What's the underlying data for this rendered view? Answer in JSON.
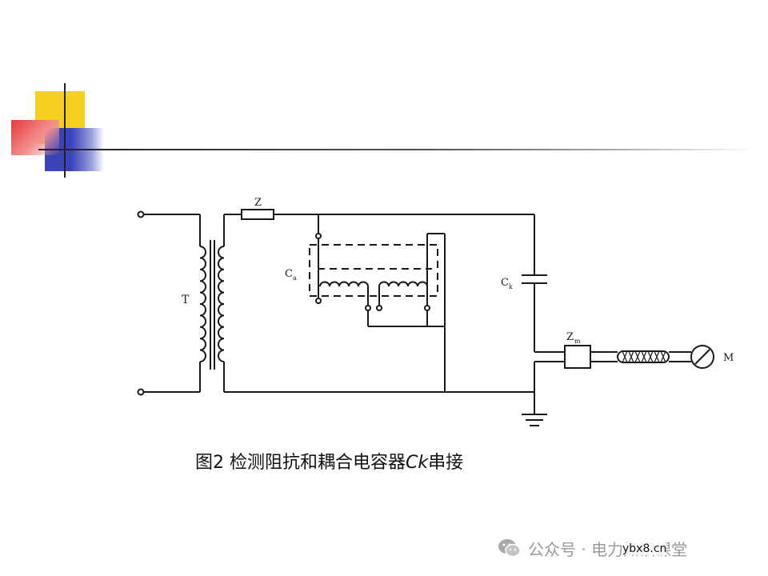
{
  "diagram": {
    "labels": {
      "transformer": "T",
      "impedance": "Z",
      "ca_main": "C",
      "ca_sub": "a",
      "ck_main": "C",
      "ck_sub": "k",
      "zm_main": "Z",
      "zm_sub": "m",
      "meter": "M"
    }
  },
  "caption": {
    "text": "图2  检测阻抗和耦合电容器",
    "italic": "Ck",
    "tail": "串接"
  },
  "watermark": {
    "text": "公众号 · 电力知识课堂",
    "icon": "wechat-icon"
  },
  "site": {
    "text": "ybx8.cn"
  },
  "colors": {
    "yellow": "#f5cf1d",
    "blue": "#3a43b9",
    "red": "#e8393a",
    "line": "#1a1a1a"
  }
}
